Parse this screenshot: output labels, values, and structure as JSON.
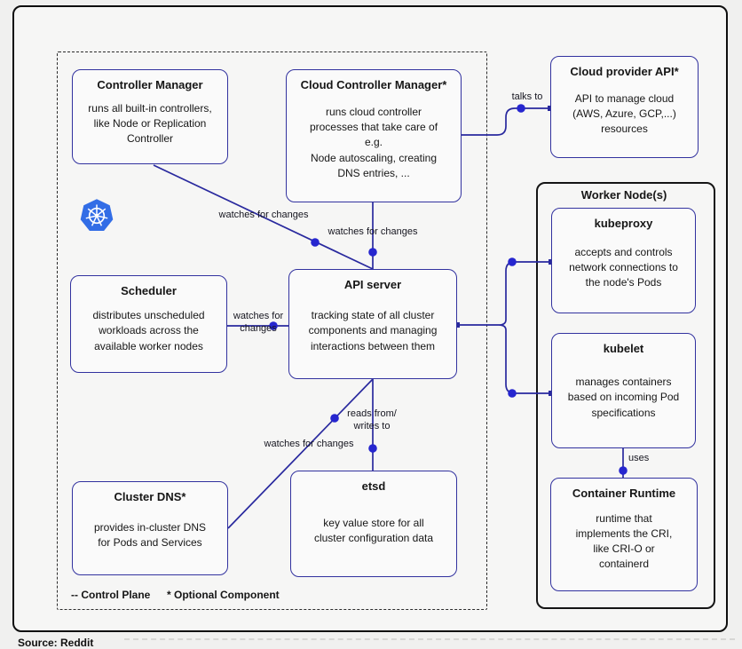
{
  "colors": {
    "line": "#29299e",
    "dot": "#2626cf",
    "box_border": "#32329f",
    "box_bg": "#fafafa",
    "container_bg": "#f6f6f5",
    "text": "#161616",
    "k8s_blue": "#326de6"
  },
  "boxes": {
    "controller_manager": {
      "title": "Controller Manager",
      "body": "runs all built-in controllers,\nlike Node or Replication\nController"
    },
    "cloud_controller_manager": {
      "title": "Cloud Controller Manager*",
      "body": "runs cloud controller\nprocesses that take care of\ne.g.\nNode autoscaling, creating\nDNS entries, ..."
    },
    "cloud_provider_api": {
      "title": "Cloud provider API*",
      "body": "API to manage cloud\n(AWS, Azure, GCP,...)\nresources"
    },
    "scheduler": {
      "title": "Scheduler",
      "body": "distributes unscheduled\nworkloads across the\navailable worker nodes"
    },
    "api_server": {
      "title": "API server",
      "body": "tracking state of all cluster\ncomponents and managing\ninteractions between them"
    },
    "cluster_dns": {
      "title": "Cluster DNS*",
      "body": "provides in-cluster DNS\nfor Pods and Services"
    },
    "etsd": {
      "title": "etsd",
      "body": "key value store for all\ncluster configuration data"
    },
    "worker_nodes": {
      "title": "Worker Node(s)"
    },
    "kubeproxy": {
      "title": "kubeproxy",
      "body": "accepts and controls\nnetwork connections to\nthe node's Pods"
    },
    "kubelet": {
      "title": "kubelet",
      "body": "manages containers\nbased on incoming Pod\nspecifications"
    },
    "container_runtime": {
      "title": "Container Runtime",
      "body": "runtime that\nimplements the CRI,\nlike CRI-O or\ncontainerd"
    }
  },
  "edge_labels": {
    "talks_to": "talks to",
    "watches_cm": "watches for changes",
    "watches_ccm": "watches for changes",
    "watches_scheduler": "watches for\nchanges",
    "reads_writes": "reads from/\nwrites to",
    "watches_dns": "watches for changes",
    "uses": "uses"
  },
  "legend": {
    "control_plane": "-- Control Plane",
    "optional": "* Optional Component"
  },
  "source_credit": "Source: Reddit"
}
